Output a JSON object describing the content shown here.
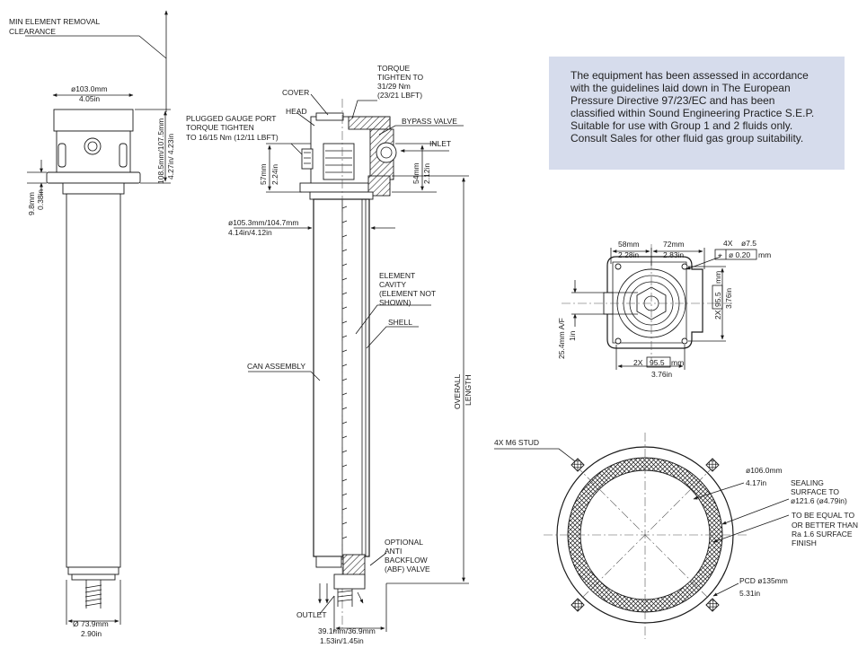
{
  "note": {
    "lines": [
      "The equipment has been assessed in accordance",
      "with the guidelines laid down in The European",
      "Pressure Directive 97/23/EC and has been",
      "classified within Sound Engineering Practice S.E.P.",
      "Suitable for use with Group 1 and 2 fluids only.",
      "Consult Sales for other fluid gas group suitability."
    ]
  },
  "left_view": {
    "clearance_1": "MIN ELEMENT REMOVAL",
    "clearance_2": "CLEARANCE",
    "top_dia_mm": "ø103.0mm",
    "top_dia_in": "4.05in",
    "head_height_mm": "108.5mm/107.5mm",
    "head_height_in": "4.27in/ 4.23in",
    "flange_mm": "9.8mm",
    "flange_in": "0.38in",
    "bottom_dia_mm": "Ø 73.9mm",
    "bottom_dia_in": "2.90in"
  },
  "section_view": {
    "cover": "COVER",
    "head": "HEAD",
    "torque_1": "TORQUE",
    "torque_2": "TIGHTEN TO",
    "torque_3": "31/29 Nm",
    "torque_4": "(23/21 LBFT)",
    "gauge_1": "PLUGGED GAUGE PORT",
    "gauge_2": "TORQUE TIGHTEN",
    "gauge_3": "TO 16/15 Nm (12/11 LBFT)",
    "bypass": "BYPASS VALVE",
    "inlet": "INLET",
    "dim57_mm": "57mm",
    "dim57_in": "2.24in",
    "dim54_mm": "54mm",
    "dim54_in": "2.12in",
    "body_dia_mm": "ø105.3mm/104.7mm",
    "body_dia_in": "4.14in/4.12in",
    "element_1": "ELEMENT",
    "element_2": "CAVITY",
    "element_3": "(ELEMENT NOT",
    "element_4": "SHOWN)",
    "shell": "SHELL",
    "can_assembly": "CAN ASSEMBLY",
    "overall_1": "OVERALL",
    "overall_2": "LENGTH",
    "abf_1": "OPTIONAL",
    "abf_2": "ANTI",
    "abf_3": "BACKFLOW",
    "abf_4": "(ABF) VALVE",
    "outlet": "OUTLET",
    "outlet_mm": "39.1mm/36.9mm",
    "outlet_in": "1.53in/1.45in"
  },
  "top_view": {
    "d58_mm": "58mm",
    "d58_in": "2.28in",
    "d72_mm": "72mm",
    "d72_in": "2.83in",
    "hole_qty": "4X",
    "hole_dia": "ø7.5",
    "tol_symbol": "⌖",
    "tol_value": "ø 0.20",
    "tol_unit": "mm",
    "af_mm": "25.4mm A/F",
    "af_in": "1in",
    "hor_qty": "2X",
    "hor_mm": "95.5",
    "hor_unit": "mm",
    "hor_in": "3.76in",
    "ver_qty": "2X",
    "ver_mm": "95.5",
    "ver_unit": "mm",
    "ver_in": "3.76in"
  },
  "flange_view": {
    "stud": "4X M6 STUD",
    "dia_mm": "ø106.0mm",
    "dia_in": "4.17in",
    "seal_1": "SEALING",
    "seal_2": "SURFACE TO",
    "seal_3": "ø121.6 (ø4.79in)",
    "finish_1": "TO  BE EQUAL TO",
    "finish_2": "OR BETTER THAN",
    "finish_3": "Ra 1.6 SURFACE",
    "finish_4": "FINISH",
    "pcd_mm": "PCD ø135mm",
    "pcd_in": "5.31in"
  }
}
